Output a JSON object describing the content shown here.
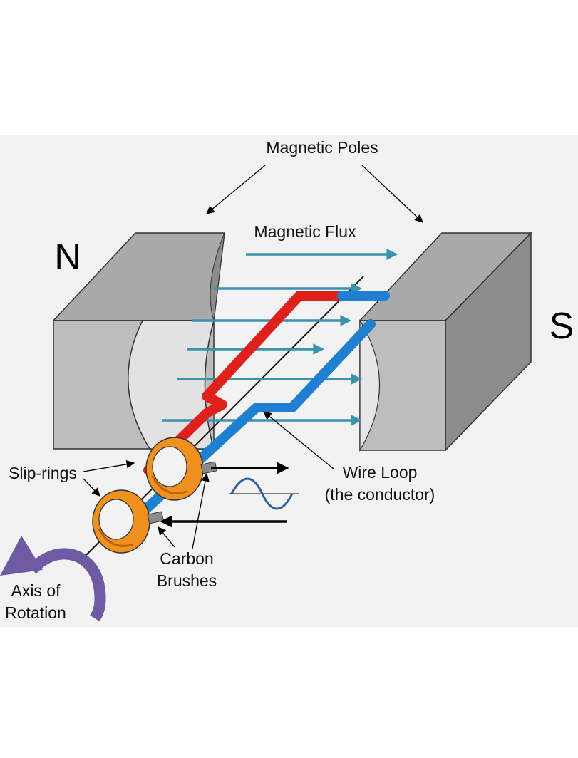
{
  "labels": {
    "magnetic_poles": "Magnetic Poles",
    "magnetic_flux": "Magnetic Flux",
    "north": "N",
    "south": "S",
    "slip_rings": "Slip-rings",
    "wire_loop_line1": "Wire Loop",
    "wire_loop_line2": "(the conductor)",
    "carbon_line1": "Carbon",
    "carbon_line2": "Brushes",
    "axis_line1": "Axis of",
    "axis_line2": "Rotation"
  },
  "colors": {
    "panel_background": "#f2f2f2",
    "magnet_front": "#bdbdbd",
    "magnet_top": "#a9a9a9",
    "magnet_side": "#8c8c8c",
    "pole_face": "#e6e6e6",
    "flux_arrow": "#3a93ad",
    "wire_red": "#e0201b",
    "wire_blue": "#1f7fd0",
    "slip_ring": "#f0901f",
    "rotation_arrow": "#6f5aa3",
    "output_wave": "#2f5f9e"
  }
}
